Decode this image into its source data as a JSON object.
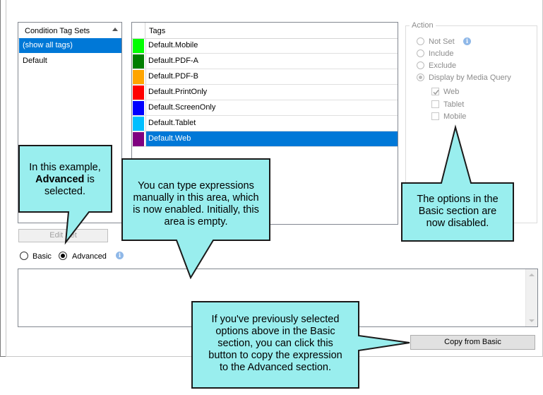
{
  "condition_tag_sets": {
    "header": "Condition Tag Sets",
    "items": [
      {
        "label": "(show all tags)",
        "selected": true
      },
      {
        "label": "Default",
        "selected": false
      }
    ]
  },
  "tags": {
    "header": "Tags",
    "items": [
      {
        "label": "Default.Mobile",
        "color": "#00ff00",
        "selected": false
      },
      {
        "label": "Default.PDF-A",
        "color": "#007f00",
        "selected": false
      },
      {
        "label": "Default.PDF-B",
        "color": "#ffa500",
        "selected": false
      },
      {
        "label": "Default.PrintOnly",
        "color": "#ff0000",
        "selected": false
      },
      {
        "label": "Default.ScreenOnly",
        "color": "#0000ff",
        "selected": false
      },
      {
        "label": "Default.Tablet",
        "color": "#00bfff",
        "selected": false
      },
      {
        "label": "Default.Web",
        "color": "#800080",
        "selected": true
      }
    ]
  },
  "action": {
    "title": "Action",
    "not_set": "Not Set",
    "include": "Include",
    "exclude": "Exclude",
    "display_by_media_query": "Display by Media Query",
    "web": "Web",
    "tablet": "Tablet",
    "mobile": "Mobile",
    "selected_option": "Display by Media Query",
    "checked": [
      "Web"
    ]
  },
  "edit_set_label": "Edit Set",
  "mode": {
    "basic": "Basic",
    "advanced": "Advanced",
    "selected": "Advanced"
  },
  "copy_from_basic_label": "Copy from Basic",
  "callouts": {
    "advanced_pre": "In this example,",
    "advanced_bold": "Advanced",
    "advanced_post1": " is",
    "advanced_post2": "selected.",
    "expressions_l1": "You can type expressions",
    "expressions_l2": "manually in this area, which",
    "expressions_l3": "is now enabled. Initially, this",
    "expressions_l4": "area is empty.",
    "disabled_l1": "The options in the",
    "disabled_l2": "Basic section are",
    "disabled_l3": "now disabled.",
    "copy_l1": "If you've previously selected",
    "copy_l2": "options above in the Basic",
    "copy_l3": "section, you can click this",
    "copy_l4": "button to copy the expression",
    "copy_l5": "to the Advanced section."
  },
  "colors": {
    "selection": "#0078d7",
    "callout_fill": "#99eeee",
    "callout_stroke": "#1a1a1a"
  }
}
